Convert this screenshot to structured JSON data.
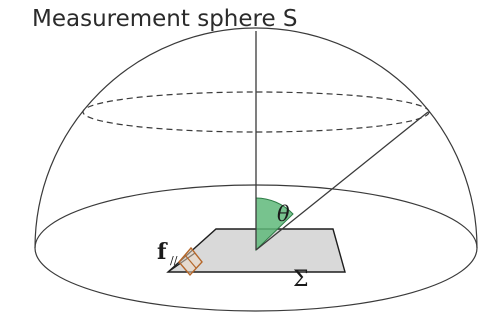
{
  "title": "Measurement sphere S",
  "labels": {
    "theta": "θ",
    "f": "f",
    "f_subscript": "//",
    "sigma": "Σ"
  },
  "colors": {
    "outline": "#3a3a3a",
    "plane_fill": "#d9d9d9",
    "angle_fill": "#5fb87a",
    "angle_stroke": "#2e7d46",
    "sample_box": "#b5672a",
    "text": "#1a1a1a"
  }
}
